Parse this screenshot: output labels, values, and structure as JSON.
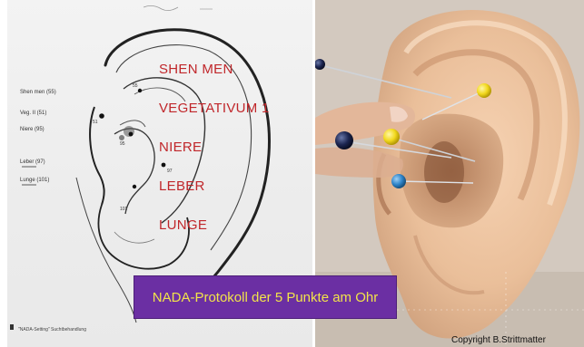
{
  "diagram": {
    "side_labels": [
      "Shen men (55)",
      "Veg. II (51)",
      "Niere (95)",
      "Leber (97)",
      "Lunge (101)"
    ],
    "point_numbers": [
      "55",
      "51",
      "95",
      "97",
      "101"
    ],
    "footer_caption": "\"NADA-Setting\" Suchtbehandlung",
    "point_labels": [
      "SHEN MEN",
      "VEGETATIVUM 1",
      "NIERE",
      "LEBER",
      "LUNGE"
    ]
  },
  "caption": "NADA-Protokoll der 5 Punkte am Ohr",
  "copyright": "Copyright B.Strittmatter",
  "colors": {
    "label_red": "#c0262a",
    "banner_purple": "#6b2fa3",
    "banner_text_yellow": "#f2e44a",
    "pin_yellow": "#f2d81d",
    "pin_blue": "#2e84c9",
    "pin_navy": "#1c2550"
  }
}
